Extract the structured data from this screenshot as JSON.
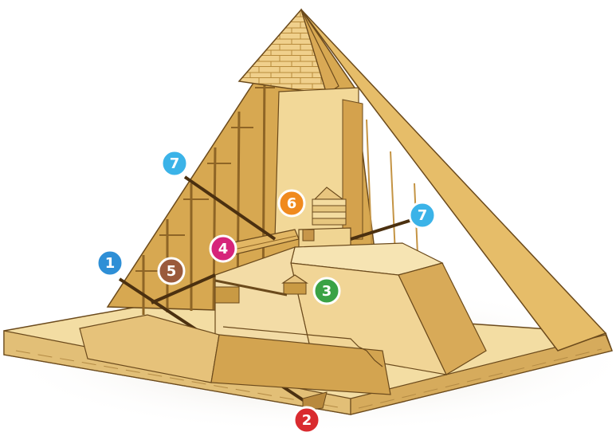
{
  "palette": {
    "light": "#f4dca0",
    "mid": "#e9c578",
    "dark": "#c99a44",
    "deep": "#a87a2e",
    "outline": "#6b4a1c",
    "ground": "#ece6d8"
  },
  "markers": [
    {
      "id": "m1",
      "label": "1",
      "color": "#2e8fd6"
    },
    {
      "id": "m2",
      "label": "2",
      "color": "#d92b2f"
    },
    {
      "id": "m3",
      "label": "3",
      "color": "#3aa245"
    },
    {
      "id": "m4",
      "label": "4",
      "color": "#d6247a"
    },
    {
      "id": "m5",
      "label": "5",
      "color": "#9a5a3c"
    },
    {
      "id": "m6",
      "label": "6",
      "color": "#f08a1e"
    },
    {
      "id": "m7a",
      "label": "7",
      "color": "#3bb3e8"
    },
    {
      "id": "m7b",
      "label": "7",
      "color": "#3bb3e8"
    }
  ]
}
